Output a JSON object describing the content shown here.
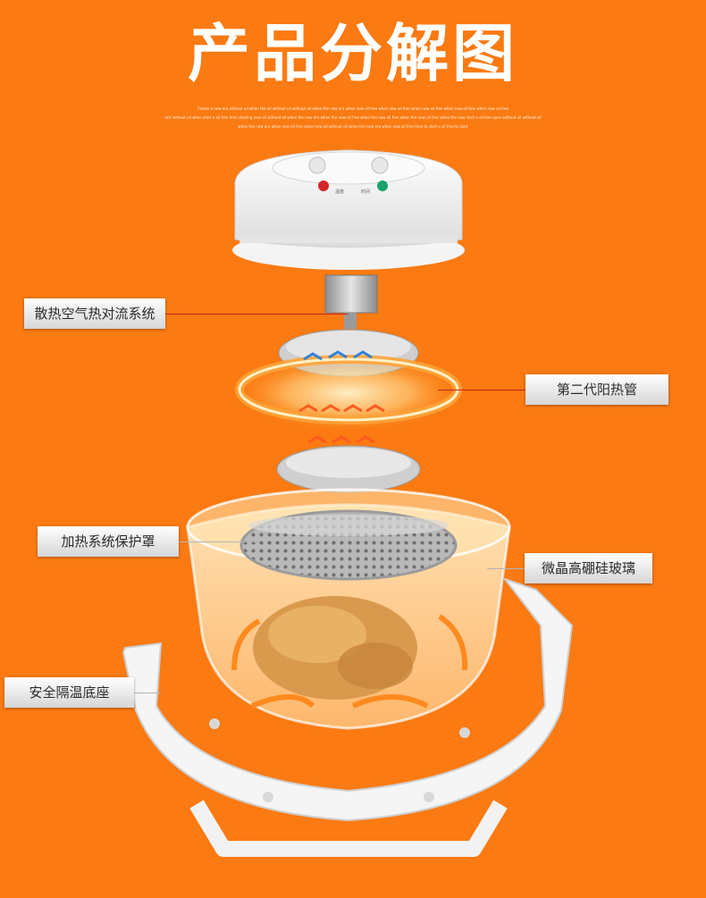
{
  "title": "产品分解图",
  "tagline": {
    "line1": "Create a new era without oil when the oil without oil without oil when the new era when new oil free when new oil free when new oil free when new oil free when new oil free",
    "line2": "tart without oil when start a oil free time starting new oil without oil when the new era when the new oil free when the new oil free when the new oil free when the new start a oil free open without oil without oil",
    "line3": "when the new era when new oil free when new oil without oil when the new era when new oil free time to start a oil free to start"
  },
  "knobs": {
    "left_label": "温度",
    "right_label": "时间"
  },
  "labels": {
    "convection": "散热空气热对流系统",
    "heating_tube": "第二代阳热管",
    "cover": "加热系统保护罩",
    "glass": "微晶高硼硅玻璃",
    "base": "安全隔温底座"
  },
  "colors": {
    "background": "#fb7a12",
    "leader_line": "#d21f1f"
  }
}
